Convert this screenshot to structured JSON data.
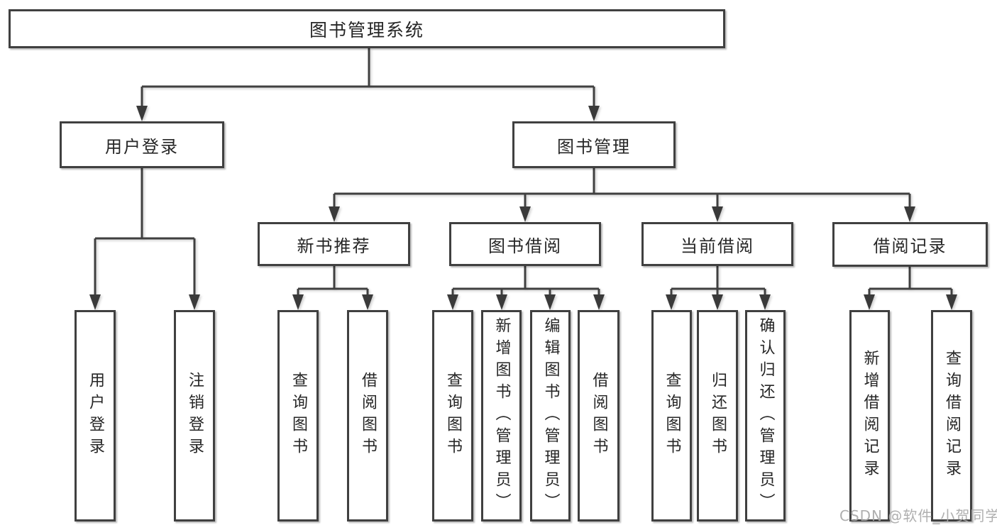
{
  "diagram": {
    "title": "图书管理系统",
    "root": {
      "label": "图书管理系统"
    },
    "level2": [
      {
        "label": "用户登录"
      },
      {
        "label": "图书管理"
      }
    ],
    "level3": [
      {
        "label": "新书推荐",
        "parent": "图书管理"
      },
      {
        "label": "图书借阅",
        "parent": "图书管理"
      },
      {
        "label": "当前借阅",
        "parent": "图书管理"
      },
      {
        "label": "借阅记录",
        "parent": "图书管理"
      }
    ],
    "leaves": [
      {
        "label": "用户登录",
        "parent": "用户登录"
      },
      {
        "label": "注销登录",
        "parent": "用户登录"
      },
      {
        "label": "查询图书",
        "parent": "新书推荐"
      },
      {
        "label": "借阅图书",
        "parent": "新书推荐"
      },
      {
        "label": "查询图书",
        "parent": "图书借阅"
      },
      {
        "label": "新增图书（管理员）",
        "parent": "图书借阅"
      },
      {
        "label": "编辑图书（管理员）",
        "parent": "图书借阅"
      },
      {
        "label": "借阅图书",
        "parent": "图书借阅"
      },
      {
        "label": "查询图书",
        "parent": "当前借阅"
      },
      {
        "label": "归还图书",
        "parent": "当前借阅"
      },
      {
        "label": "确认归还（管理员）",
        "parent": "当前借阅"
      },
      {
        "label": "新增借阅记录",
        "parent": "借阅记录"
      },
      {
        "label": "查询借阅记录",
        "parent": "借阅记录"
      }
    ],
    "colors": {
      "line": "#404040",
      "text": "#262626",
      "background": "#ffffff"
    }
  },
  "watermark": {
    "text": "CSDN @软件_小贺同学",
    "color": "#a8a8a8"
  }
}
